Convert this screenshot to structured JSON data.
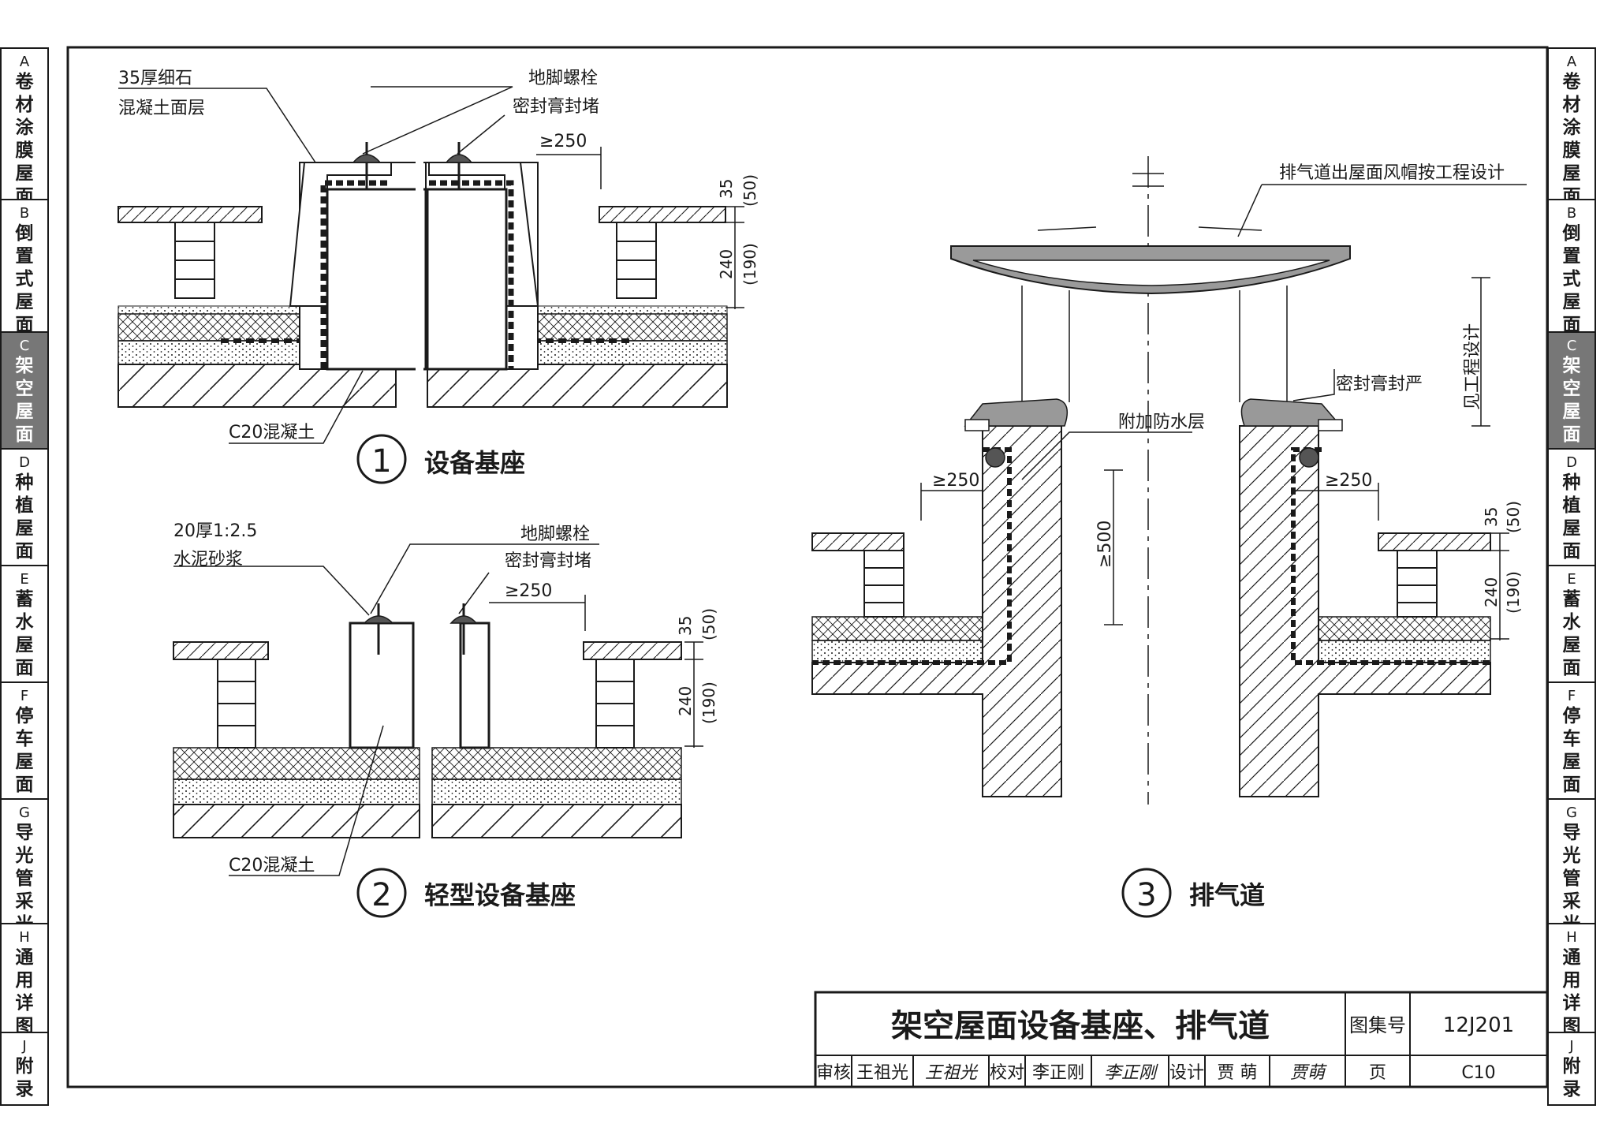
{
  "side_tabs": [
    {
      "code": "A",
      "label": "卷材涂膜屋面",
      "active": false
    },
    {
      "code": "B",
      "label": "倒置式屋面",
      "active": false
    },
    {
      "code": "C",
      "label": "架空屋面",
      "active": true
    },
    {
      "code": "D",
      "label": "种植屋面",
      "active": false
    },
    {
      "code": "E",
      "label": "蓄水屋面",
      "active": false
    },
    {
      "code": "F",
      "label": "停车屋面",
      "active": false
    },
    {
      "code": "G",
      "label": "导光管采光",
      "active": false
    },
    {
      "code": "H",
      "label": "通用详图",
      "active": false
    },
    {
      "code": "J",
      "label": "附录",
      "active": false
    }
  ],
  "detail1": {
    "number": "1",
    "title": "设备基座",
    "label_topping_1": "35厚细石",
    "label_topping_2": "混凝土面层",
    "label_bolt": "地脚螺栓",
    "label_sealant": "密封膏封堵",
    "dim_overlap": "≥250",
    "dim_slab": "35",
    "dim_slab_alt": "(50)",
    "dim_pier": "240",
    "dim_pier_alt": "(190)",
    "label_concrete": "C20混凝土"
  },
  "detail2": {
    "number": "2",
    "title": "轻型设备基座",
    "label_mortar_1": "20厚1:2.5",
    "label_mortar_2": "水泥砂浆",
    "label_bolt": "地脚螺栓",
    "label_sealant": "密封膏封堵",
    "dim_overlap": "≥250",
    "dim_slab": "35",
    "dim_slab_alt": "(50)",
    "dim_pier": "240",
    "dim_pier_alt": "(190)",
    "label_concrete": "C20混凝土"
  },
  "detail3": {
    "number": "3",
    "title": "排气道",
    "label_cap": "排气道出屋面风帽按工程设计",
    "label_height": "见工程设计",
    "label_seal": "密封膏封严",
    "label_extra_layer": "附加防水层",
    "dim_overlap_left": "≥250",
    "dim_overlap_right": "≥250",
    "dim_upstand": "≥500",
    "dim_slab": "35",
    "dim_slab_alt": "(50)",
    "dim_pier": "240",
    "dim_pier_alt": "(190)"
  },
  "title_block": {
    "title": "架空屋面设备基座、排气道",
    "atlas_label": "图集号",
    "atlas_value": "12J201",
    "review_label": "审核",
    "review_name": "王祖光",
    "check_label": "校对",
    "check_name": "李正刚",
    "design_label": "设计",
    "design_name": "贾  萌",
    "page_label": "页",
    "page_value": "C10",
    "sign_review": "王祖光",
    "sign_check": "李正刚",
    "sign_design": "贾萌"
  }
}
